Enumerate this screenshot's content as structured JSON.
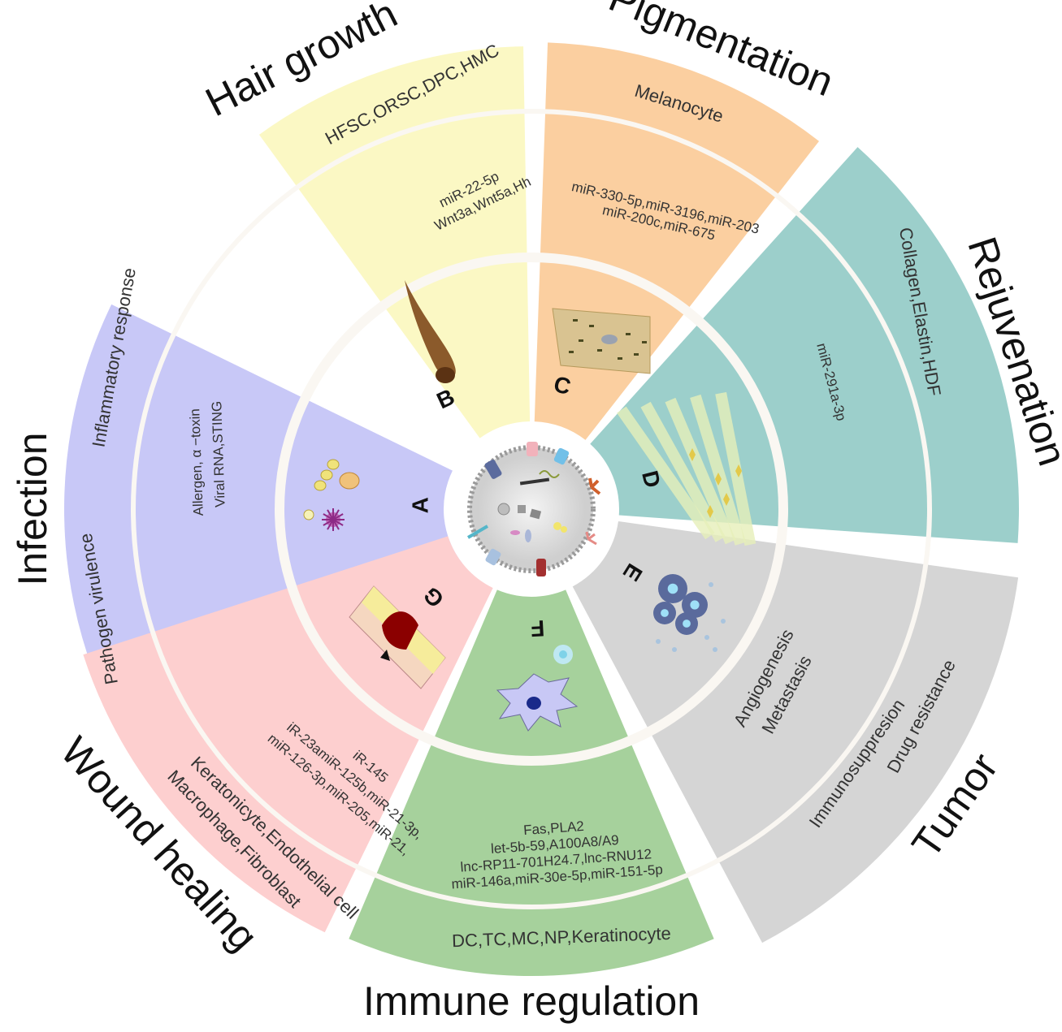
{
  "sectors": [
    {
      "id": "A",
      "title": "Infection",
      "cells": [
        "Inflammatory response",
        "Pathogen virulence"
      ],
      "mirnas": [
        "Allergen, α −toxin",
        "Viral RNA,STING"
      ],
      "color": "#c8c8f7"
    },
    {
      "id": "B",
      "title": "Hair growth",
      "cells": [
        "HFSC,ORSC,DPC,HMC"
      ],
      "mirnas": [
        "miR-22-5p",
        "Wnt3a,Wnt5a,Hh"
      ],
      "color": "#fbf8c4"
    },
    {
      "id": "C",
      "title": "Pigmentation",
      "cells": [
        "Melanocyte"
      ],
      "mirnas": [
        "miR-330-5p,miR-3196,miR-203",
        "miR-200c,miR-675"
      ],
      "color": "#fbcfa0"
    },
    {
      "id": "D",
      "title": "Rejuvenation",
      "cells": [
        "Collagen,Elastin,HDF"
      ],
      "mirnas": [
        "miR-291a-3p"
      ],
      "color": "#9ccfcb"
    },
    {
      "id": "E",
      "title": "Tumor",
      "cells": [
        "Drug resistance",
        "Immunosuppresion"
      ],
      "mirnas": [
        "Metastasis",
        "Angiogenesis"
      ],
      "color": "#d5d5d5"
    },
    {
      "id": "F",
      "title": "Immune regulation",
      "cells": [
        "DC,TC,MC,NP,Keratinocyte"
      ],
      "mirnas": [
        "miR-146a,miR-30e-5p,miR-151-5p",
        "lnc-RP11-701H24.7,lnc-RNU12",
        "let-5b-59,A100A8/A9",
        "Fas,PLA2"
      ],
      "color": "#a6d19c"
    },
    {
      "id": "G",
      "title": "Wound healing",
      "cells": [
        "Macrophage,Fibroblast",
        "Keratonicyte,Endothelial cell"
      ],
      "mirnas": [
        "miR-126-3p,miR-205,miR-21,",
        "iR-23amiR-125b,miR-21-3p,",
        "iR-145"
      ],
      "color": "#fdcfcf"
    }
  ]
}
